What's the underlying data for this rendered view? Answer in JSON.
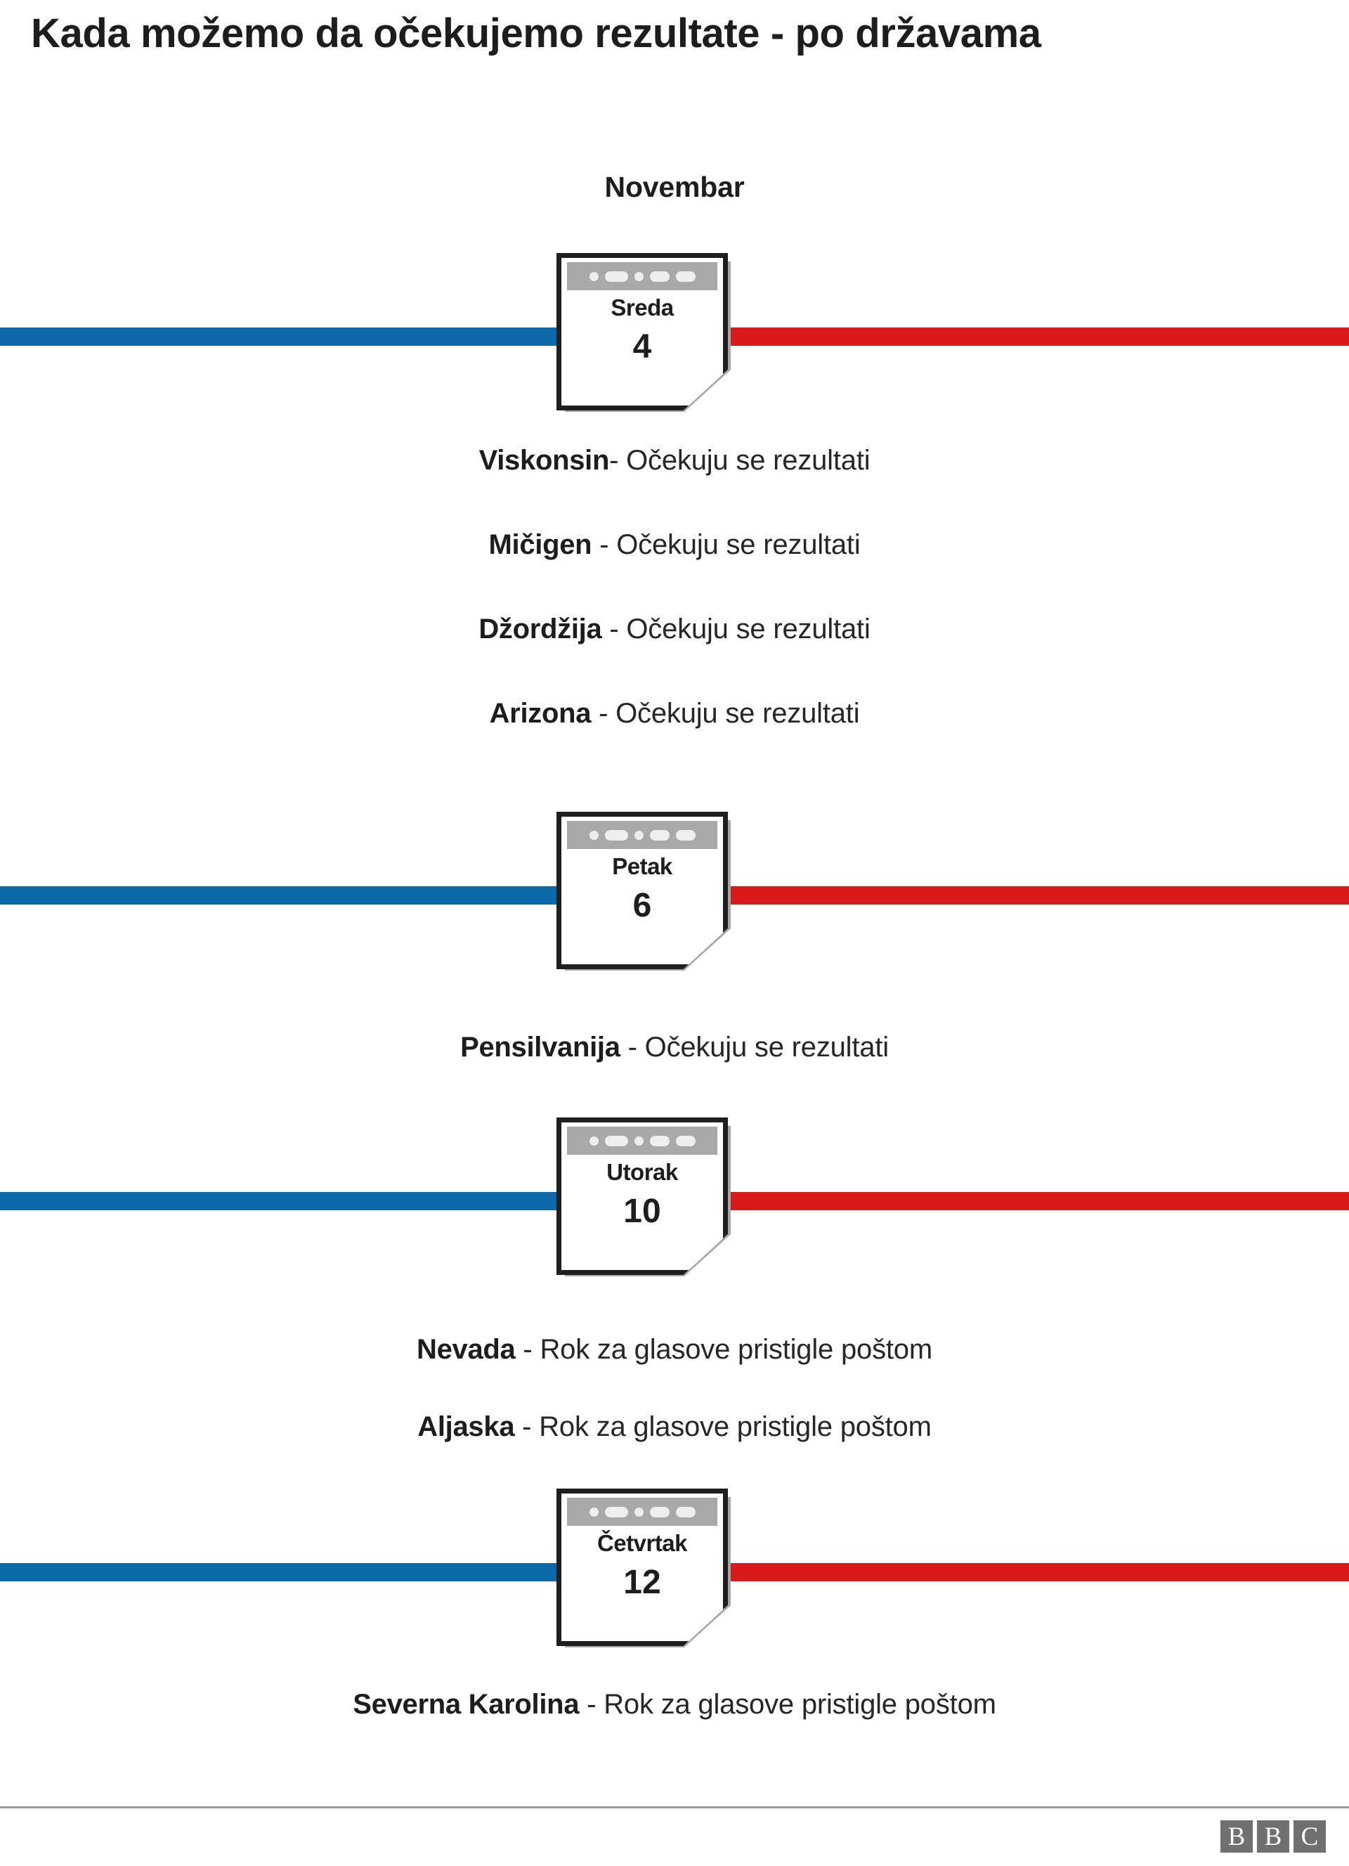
{
  "title": "Kada možemo da očekujemo rezultate - po državama",
  "month_label": "Novembar",
  "colors": {
    "blue": "#0c68a8",
    "red": "#d81a1a",
    "text": "#1d1d1d",
    "calendar_border": "#1f1f1f",
    "calendar_bar": "#a9a9a9",
    "shadow": "#a6a6a6",
    "footer_rule": "#9b9b9b",
    "bbc_block": "#707070"
  },
  "sections": [
    {
      "calendar": {
        "day": "Sreda",
        "number": "4"
      },
      "states": [
        {
          "name": "Viskonsin",
          "desc": "- Očekuju se rezultati"
        },
        {
          "name": "Mičigen",
          "desc": " - Očekuju se rezultati"
        },
        {
          "name": "Džordžija",
          "desc": " - Očekuju se rezultati"
        },
        {
          "name": "Arizona",
          "desc": " - Očekuju se rezultati"
        }
      ]
    },
    {
      "calendar": {
        "day": "Petak",
        "number": "6"
      },
      "states": [
        {
          "name": "Pensilvanija",
          "desc": " - Očekuju se rezultati"
        }
      ]
    },
    {
      "calendar": {
        "day": "Utorak",
        "number": "10"
      },
      "states": [
        {
          "name": "Nevada",
          "desc": " - Rok za glasove pristigle poštom"
        },
        {
          "name": "Aljaska",
          "desc": " - Rok za glasove pristigle poštom"
        }
      ]
    },
    {
      "calendar": {
        "day": "Četvrtak",
        "number": "12"
      },
      "states": [
        {
          "name": "Severna Karolina",
          "desc": " - Rok za glasove pristigle poštom"
        }
      ]
    }
  ],
  "footer": {
    "bbc": [
      "B",
      "B",
      "C"
    ]
  }
}
